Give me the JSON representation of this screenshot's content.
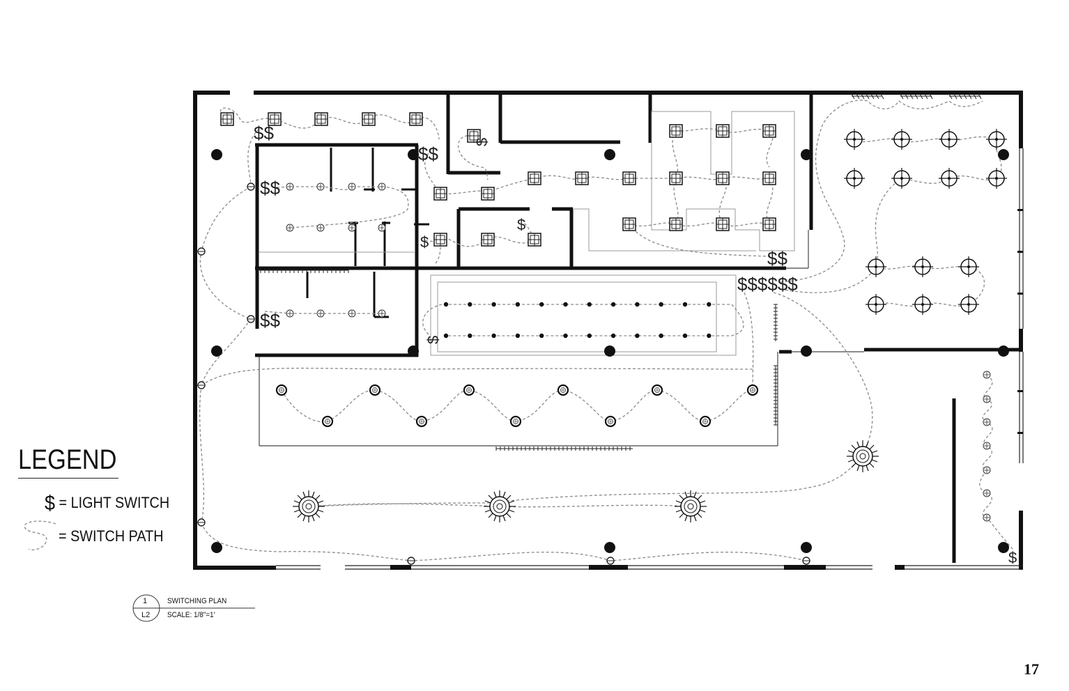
{
  "legend": {
    "title": "LEGEND",
    "switch_symbol": "$",
    "switch_label": "= LIGHT SWITCH",
    "path_label": "= SWITCH PATH"
  },
  "title_block": {
    "number": "1",
    "sheet": "L2",
    "name": "SWITCHING PLAN",
    "scale": "SCALE: 1/8\"=1'"
  },
  "page_number": "17",
  "switch_labels": {
    "double": "$$",
    "single": "$",
    "bank": "$$$$$$"
  },
  "colors": {
    "wall": "#111111",
    "path": "#8a8a8a",
    "background": "#ffffff"
  }
}
